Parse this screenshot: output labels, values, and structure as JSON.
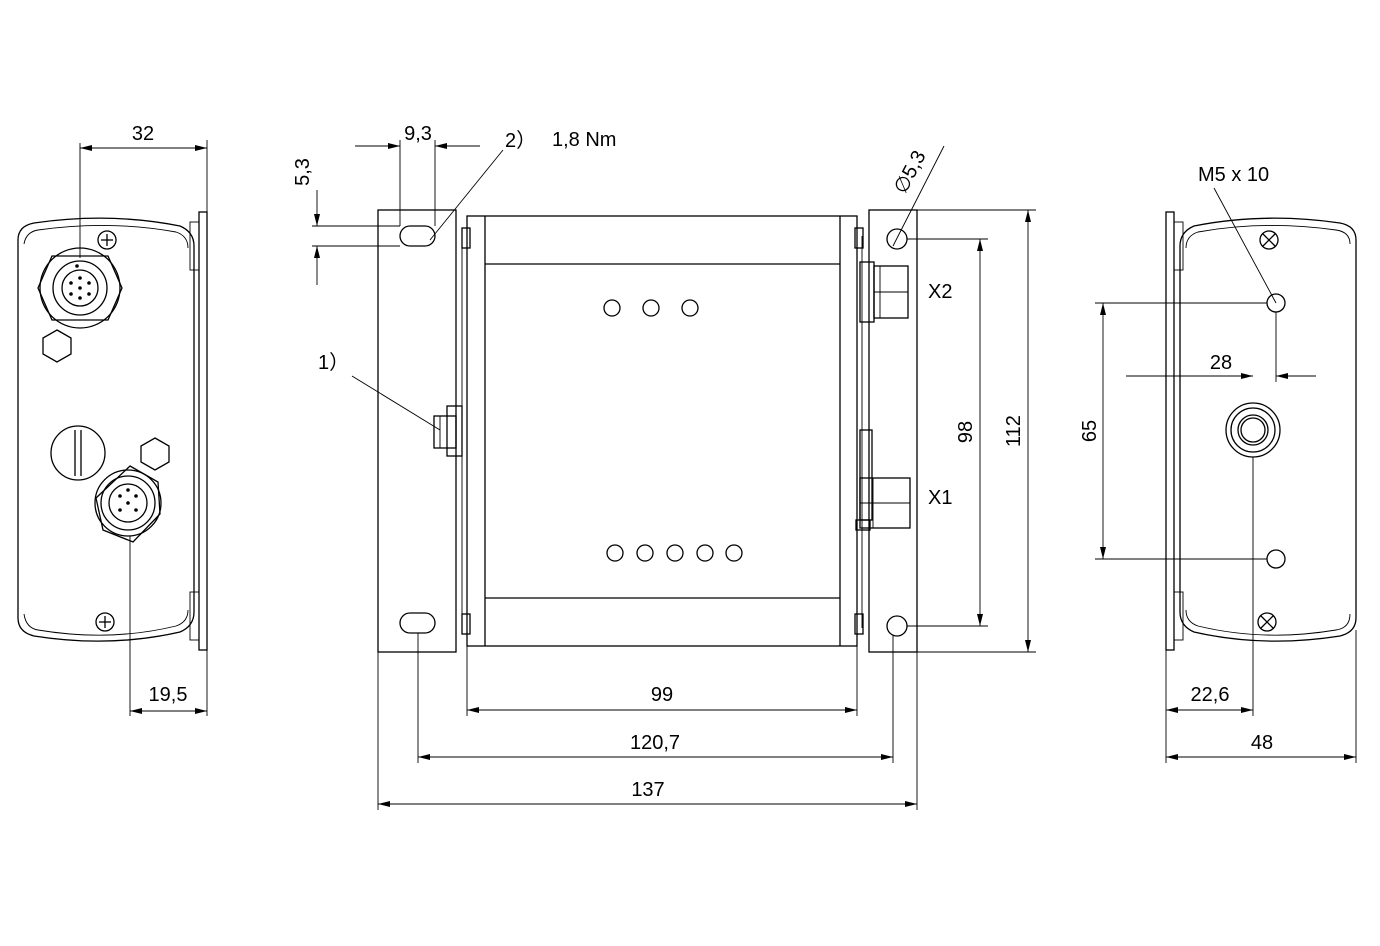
{
  "drawing": {
    "left_view": {
      "dim_top": "32",
      "dim_bottom": "19,5"
    },
    "front_view": {
      "dim_slot_width": "9,3",
      "dim_slot_height": "5,3",
      "note_2": "2）",
      "torque": "1,8 Nm",
      "note_1": "1）",
      "hole_dia": "∅5,3",
      "conn_x2": "X2",
      "conn_x1": "X1",
      "dim_98": "98",
      "dim_112": "112",
      "dim_99": "99",
      "dim_1207": "120,7",
      "dim_137": "137"
    },
    "right_view": {
      "thread": "M5 x 10",
      "dim_28": "28",
      "dim_65": "65",
      "dim_226": "22,6",
      "dim_48": "48"
    }
  },
  "colors": {
    "line": "#000000",
    "background": "#ffffff"
  }
}
